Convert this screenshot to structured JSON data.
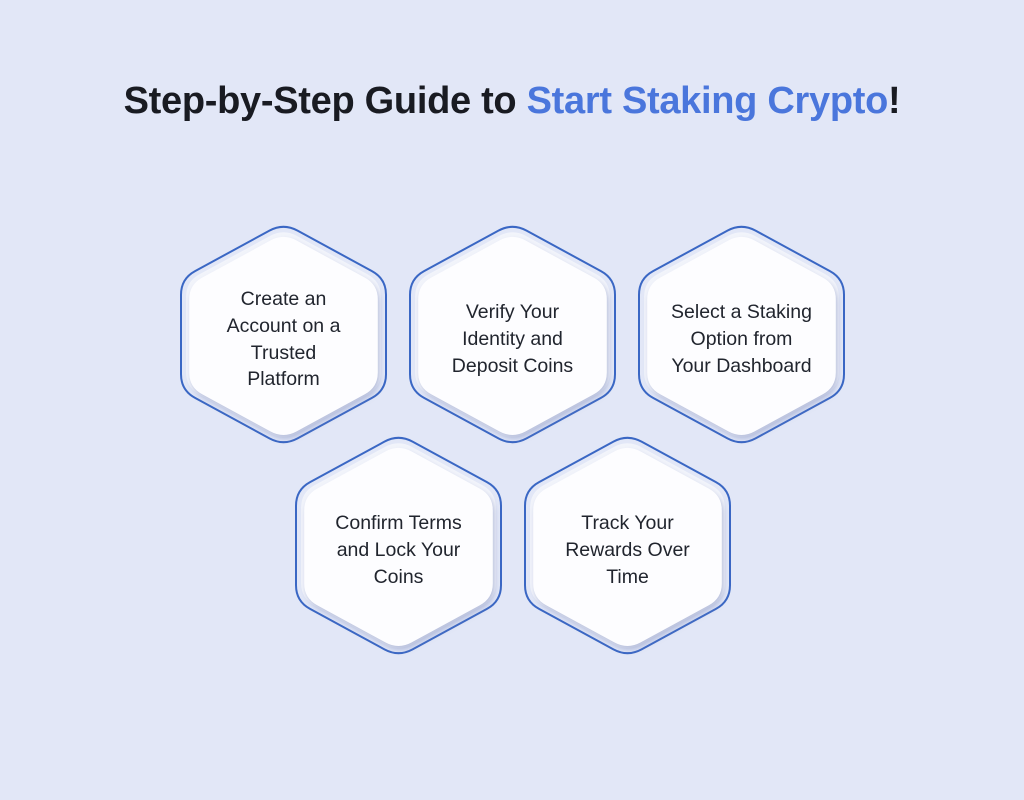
{
  "page": {
    "background_color": "#e2e7f7"
  },
  "title": {
    "prefix": "Step-by-Step Guide to ",
    "highlight": "Start Staking Crypto",
    "suffix": "!",
    "prefix_color": "#191b22",
    "highlight_color": "#4a76dc"
  },
  "hexagon_style": {
    "border_color": "#3a67c4",
    "fill_color": "#fdfdff",
    "text_color": "#21252e"
  },
  "steps": [
    {
      "label": "Create an\nAccount on a\nTrusted\nPlatform"
    },
    {
      "label": "Verify Your\nIdentity and\nDeposit Coins"
    },
    {
      "label": "Select a Staking\nOption from\nYour Dashboard"
    },
    {
      "label": "Confirm Terms\nand Lock Your\nCoins"
    },
    {
      "label": "Track Your\nRewards Over\nTime"
    }
  ]
}
